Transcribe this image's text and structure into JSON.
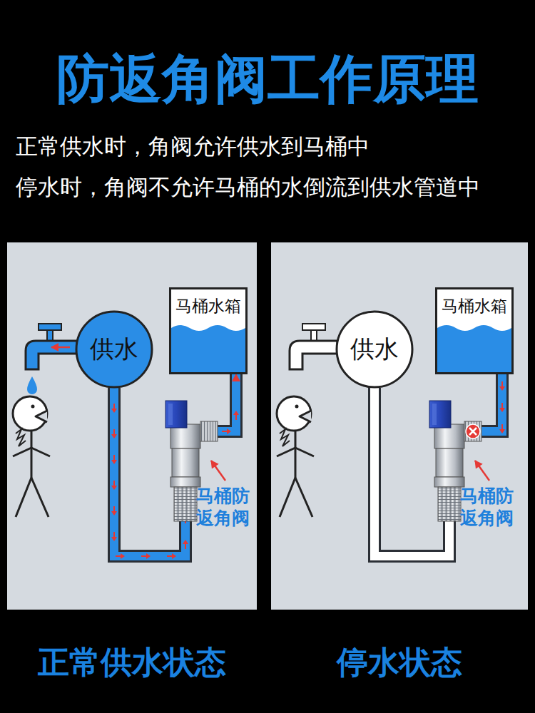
{
  "diagram": {
    "title": "防返角阀工作原理",
    "nodes": [
      {
        "text": [
          "正常供水状态"
        ]
      },
      {
        "text": [
          "供水"
        ],
        "in": 0
      },
      {
        "text": [
          "马桶水箱"
        ],
        "in": 0
      },
      {
        "text": [
          "停水状态"
        ]
      },
      {
        "text": [
          "供水"
        ],
        "in": 3
      },
      {
        "text": [
          "马桶水箱"
        ],
        "in": 3
      }
    ],
    "edges": [
      {
        "from": 1,
        "to": 2,
        "arrow": "to"
      },
      {
        "from": 4,
        "to": 5,
        "arrow": "none"
      }
    ],
    "labels": [
      "正常供水时，角阀允许供水到马桶中",
      "停水时，角阀不允许马桶的水倒流到供水管道中",
      "马桶防 返角阀",
      "马桶防 返角阀"
    ]
  }
}
